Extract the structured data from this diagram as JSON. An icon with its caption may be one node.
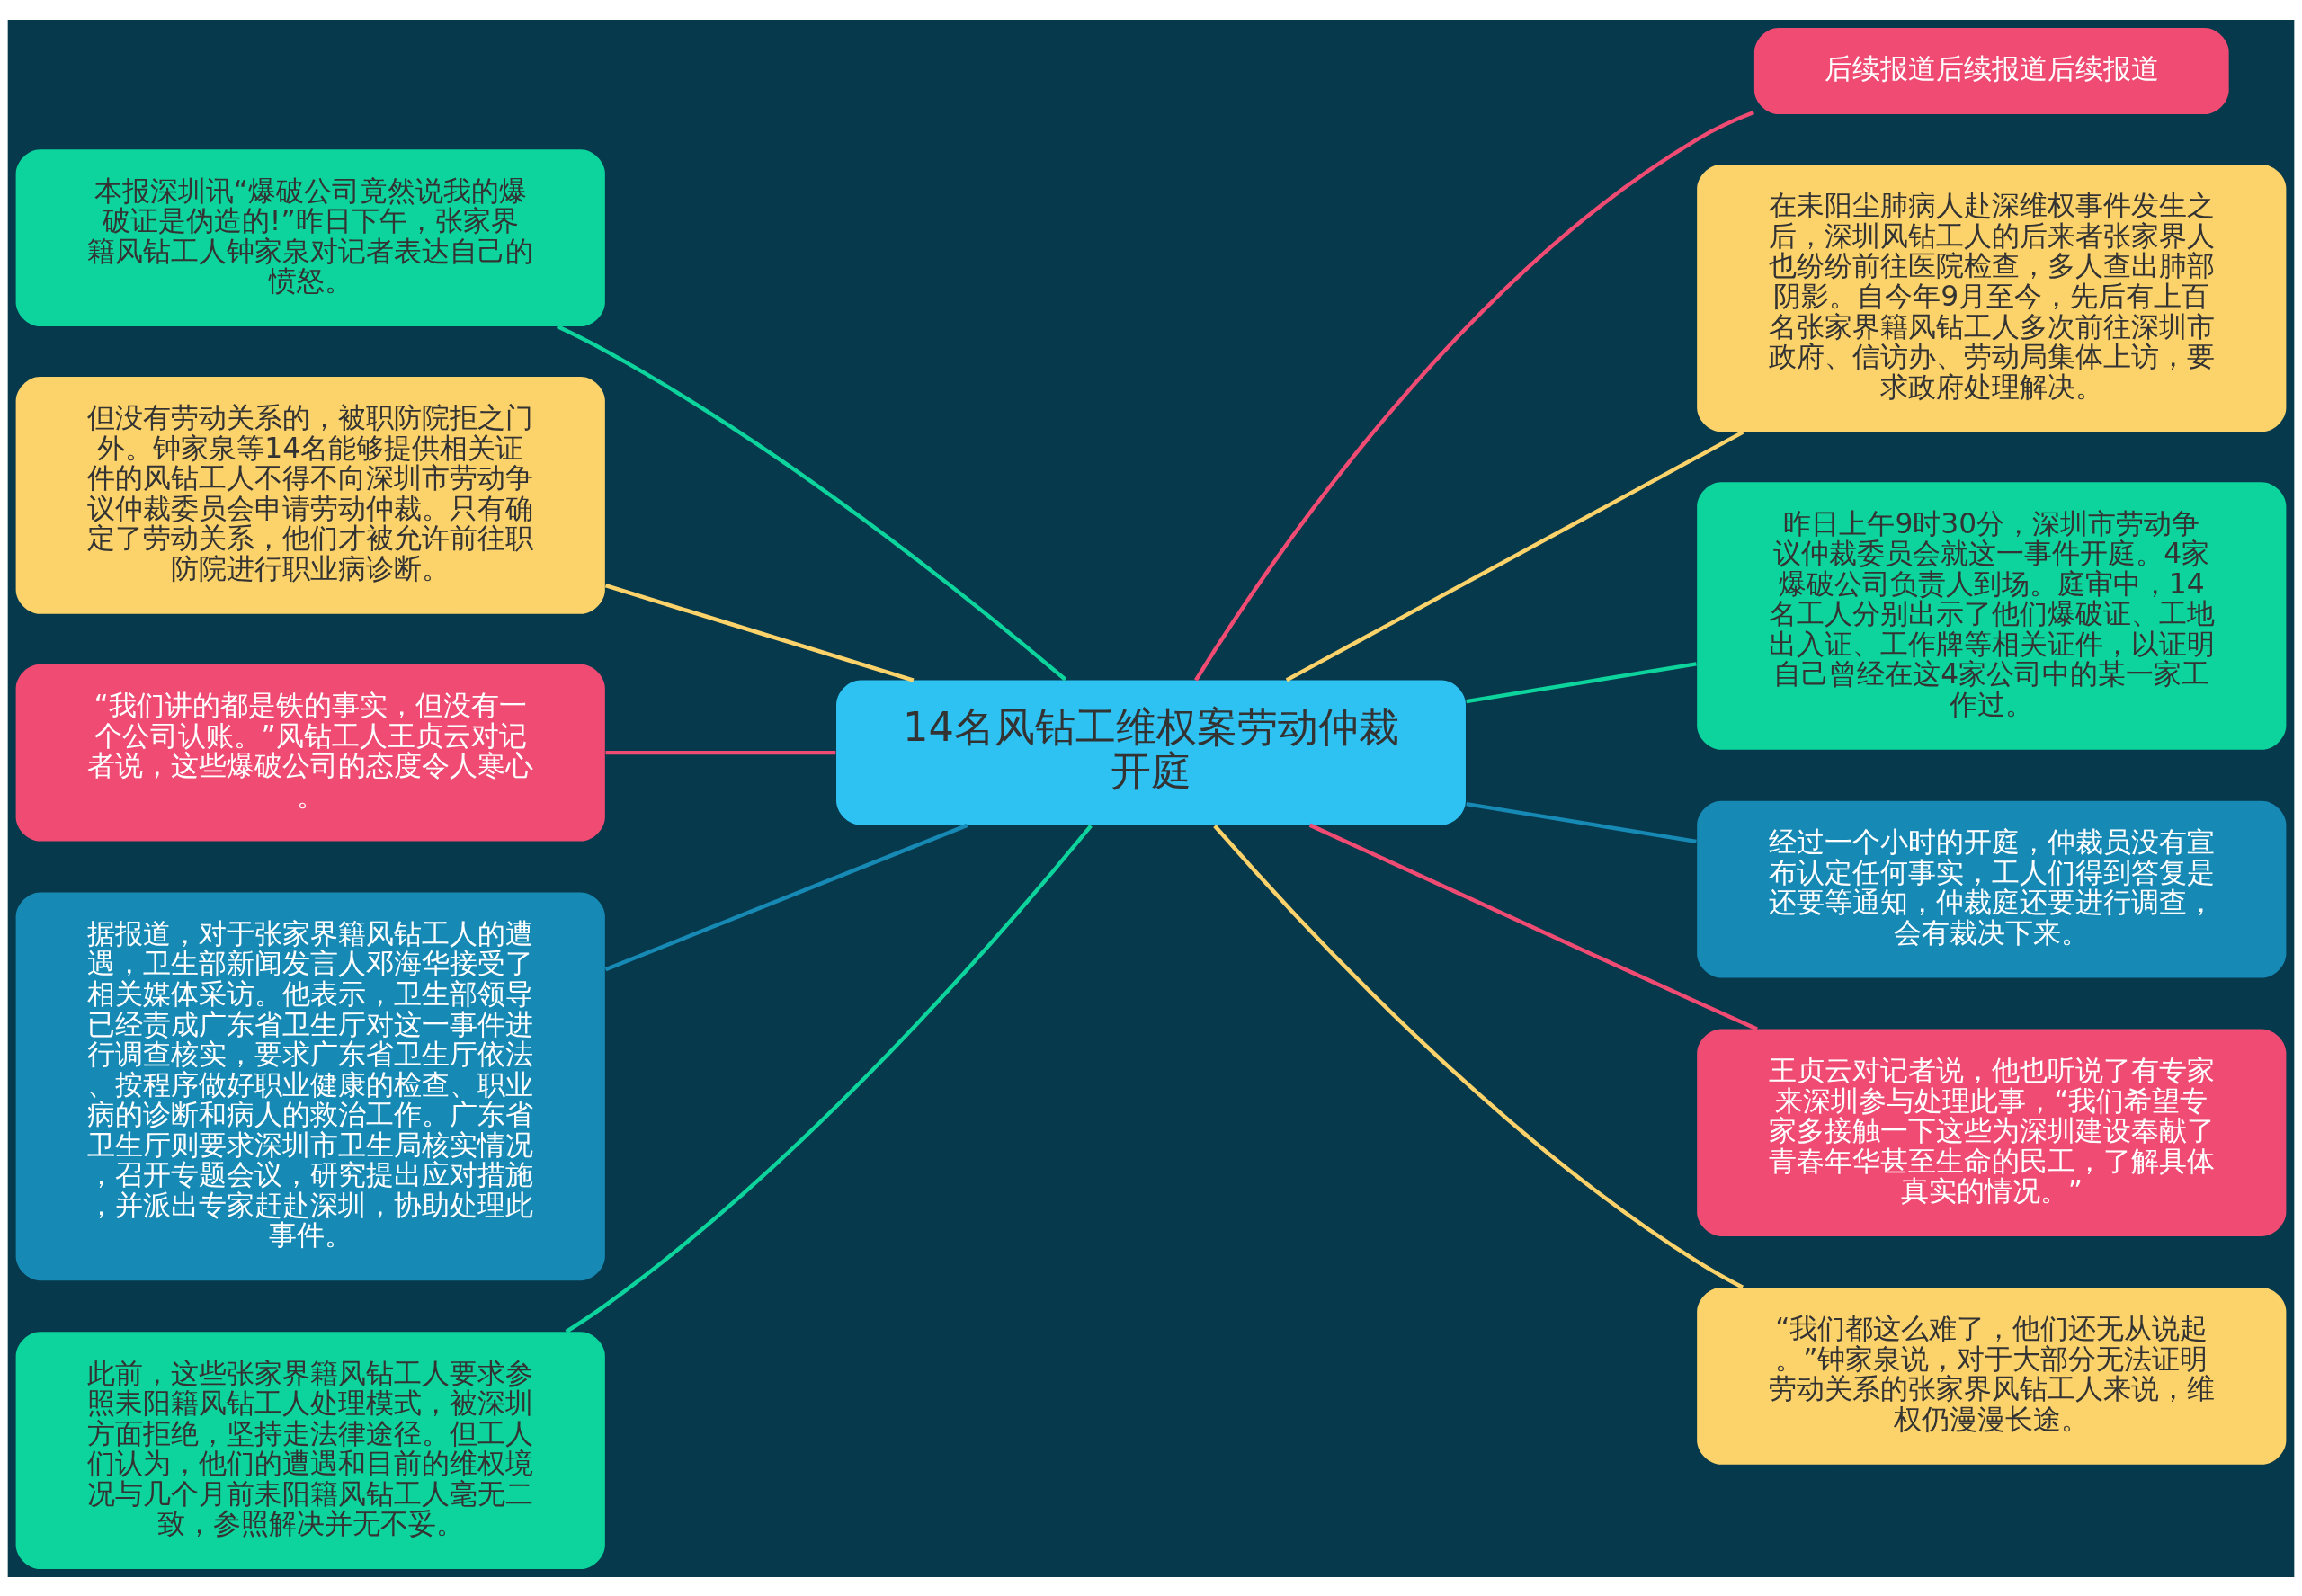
{
  "diagram": {
    "nodes": [
      {
        "text": [
          "14名风钻工维权案劳动仲裁开庭"
        ]
      },
      {
        "text": [
          "本报深圳讯“爆破公司竟然说我的爆破证是伪造的!”昨日下午，张家界籍风钻工人钟家泉对记者表达自己的愤怒。"
        ]
      },
      {
        "text": [
          "但没有劳动关系的，被职防院拒之门外。钟家泉等14名能够提供相关证件的风钻工人不得不向深圳市劳动争议仲裁委员会申请劳动仲裁。只有确定了劳动关系，他们才被允许前往职防院进行职业病诊断。"
        ]
      },
      {
        "text": [
          "“我们讲的都是铁的事实，但没有一个公司认账。”风钻工人王贞云对记者说，这些爆破公司的态度令人寒心。"
        ]
      },
      {
        "text": [
          "据报道，对于张家界籍风钻工人的遭遇，卫生部新闻发言人邓海华接受了相关媒体采访。他表示，卫生部领导已经责成广东省卫生厅对这一事件进行调查核实，要求广东省卫生厅依法、按程序做好职业健康的检查、职业病的诊断和病人的救治工作。广东省卫生厅则要求深圳市卫生局核实情况，召开专题会议，研究提出应对措施，并派出专家赶赴深圳，协助处理此事件。"
        ]
      },
      {
        "text": [
          "此前，这些张家界籍风钻工人要求参照耒阳籍风钻工人处理模式，被深圳方面拒绝，坚持走法律途径。但工人们认为，他们的遭遇和目前的维权境况与几个月前耒阳籍风钻工人毫无二致，参照解决并无不妥。"
        ]
      },
      {
        "text": [
          "后续报道后续报道后续报道"
        ]
      },
      {
        "text": [
          "在耒阳尘肺病人赴深维权事件发生之后，深圳风钻工人的后来者张家界人也纷纷前往医院检查，多人查出肺部阴影。自今年9月至今，先后有上百名张家界籍风钻工人多次前往深圳市政府、信访办、劳动局集体上访，要求政府处理解决。"
        ]
      },
      {
        "text": [
          "昨日上午9时30分，深圳市劳动争议仲裁委员会就这一事件开庭。4家爆破公司负责人到场。庭审中，14名工人分别出示了他们爆破证、工地出入证、工作牌等相关证件，以证明自己曾经在这4家公司中的某一家工作过。"
        ]
      },
      {
        "text": [
          "经过一个小时的开庭，仲裁员没有宣布认定任何事实，工人们得到答复是还要等通知，仲裁庭还要进行调查，会有裁决下来。"
        ]
      },
      {
        "text": [
          "王贞云对记者说，他也听说了有专家来深圳参与处理此事，“我们希望专家多接触一下这些为深圳建设奉献了青春年华甚至生命的民工，了解具体真实的情况。”"
        ]
      },
      {
        "text": [
          "“我们都这么难了，他们还无从说起。”钟家泉说，对于大部分无法证明劳动关系的张家界风钻工人来说，维权仍漫漫长途。"
        ]
      }
    ],
    "edges": [
      {
        "from": 0,
        "to": 1,
        "arrow": "none",
        "color": "#0dd49c"
      },
      {
        "from": 0,
        "to": 2,
        "arrow": "none",
        "color": "#fcd36a"
      },
      {
        "from": 0,
        "to": 3,
        "arrow": "none",
        "color": "#ef4b73"
      },
      {
        "from": 0,
        "to": 4,
        "arrow": "none",
        "color": "#1689b5"
      },
      {
        "from": 0,
        "to": 5,
        "arrow": "none",
        "color": "#0dd49c"
      },
      {
        "from": 0,
        "to": 6,
        "arrow": "none",
        "color": "#ef4b73"
      },
      {
        "from": 0,
        "to": 7,
        "arrow": "none",
        "color": "#fcd36a"
      },
      {
        "from": 0,
        "to": 8,
        "arrow": "none",
        "color": "#0dd49c"
      },
      {
        "from": 0,
        "to": 9,
        "arrow": "none",
        "color": "#1689b5"
      },
      {
        "from": 0,
        "to": 10,
        "arrow": "none",
        "color": "#ef4b73"
      },
      {
        "from": 0,
        "to": 11,
        "arrow": "none",
        "color": "#fcd36a"
      }
    ]
  }
}
